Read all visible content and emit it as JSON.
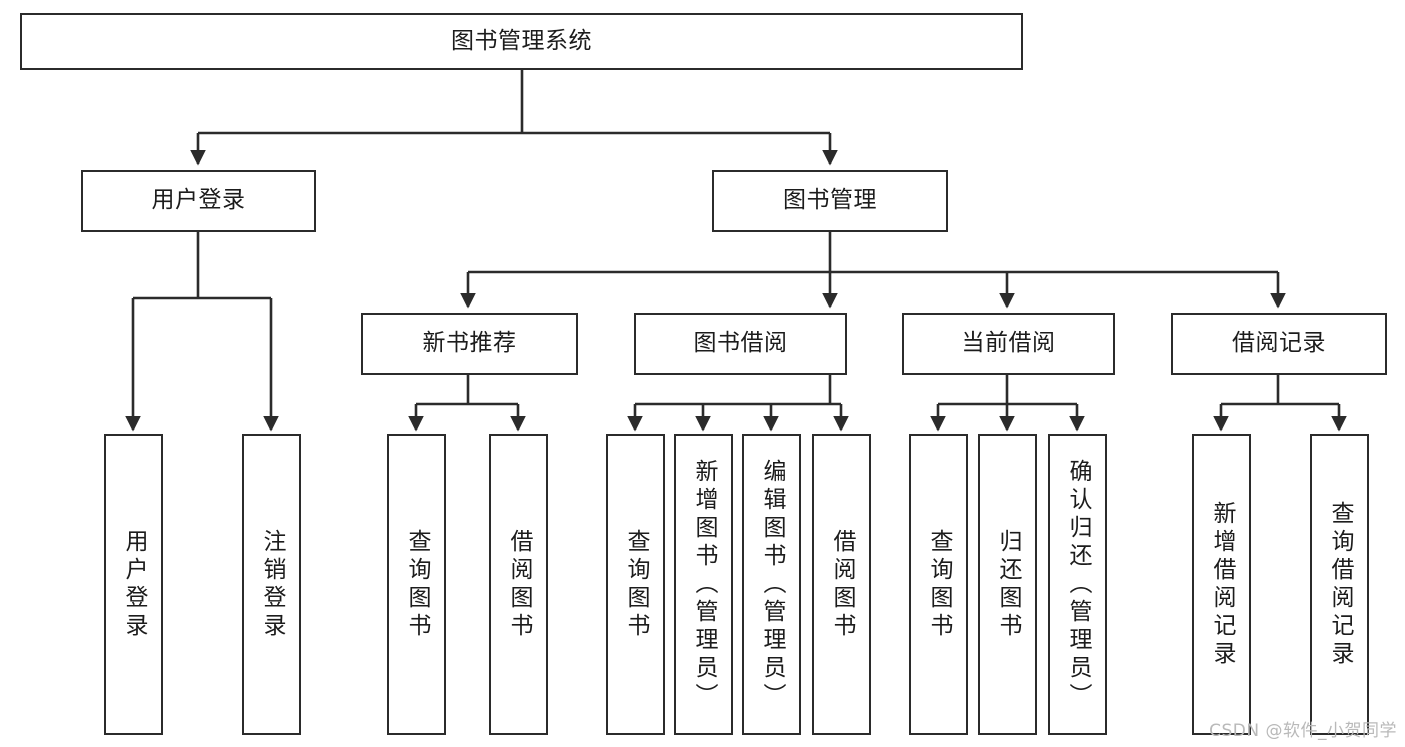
{
  "diagram": {
    "title": "图书管理系统",
    "type": "functional-structure-tree",
    "watermark": "CSDN @软件_小贺同学",
    "colors": {
      "box_border": "#2b2b2b",
      "box_fill": "#ffffff",
      "connector": "#2b2b2b",
      "text": "#1c1c1c",
      "watermark": "#b9b9b9",
      "background": "#ffffff"
    },
    "levels": {
      "root": "图书管理系统",
      "level2": [
        "用户登录",
        "图书管理"
      ],
      "level3": [
        "新书推荐",
        "图书借阅",
        "当前借阅",
        "借阅记录"
      ]
    },
    "nodes": {
      "root": {
        "label": "图书管理系统"
      },
      "user_login": {
        "label": "用户登录"
      },
      "book_manage": {
        "label": "图书管理"
      },
      "new_book_rec": {
        "label": "新书推荐"
      },
      "book_borrow": {
        "label": "图书借阅"
      },
      "current_borrow": {
        "label": "当前借阅"
      },
      "borrow_record": {
        "label": "借阅记录"
      },
      "leaf_user_login": {
        "label": "用户登录"
      },
      "leaf_logout": {
        "label": "注销登录"
      },
      "leaf_query_book_1": {
        "label": "查询图书"
      },
      "leaf_borrow_book_1": {
        "label": "借阅图书"
      },
      "leaf_query_book_2": {
        "label": "查询图书"
      },
      "leaf_add_book": {
        "label": "新增图书（管理员）"
      },
      "leaf_edit_book": {
        "label": "编辑图书（管理员）"
      },
      "leaf_borrow_book_2": {
        "label": "借阅图书"
      },
      "leaf_query_book_3": {
        "label": "查询图书"
      },
      "leaf_return_book": {
        "label": "归还图书"
      },
      "leaf_confirm_return": {
        "label": "确认归还（管理员）"
      },
      "leaf_add_record": {
        "label": "新增借阅记录"
      },
      "leaf_query_record": {
        "label": "查询借阅记录"
      }
    }
  }
}
